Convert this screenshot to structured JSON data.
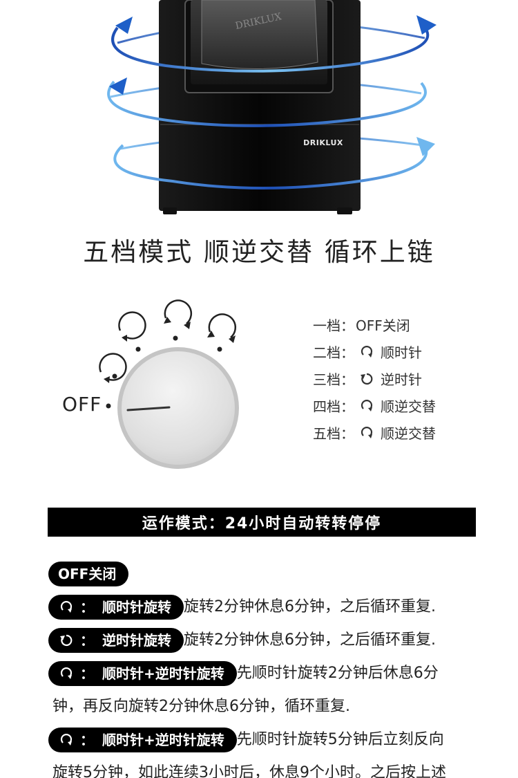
{
  "product": {
    "brand_window": "DRIKLUX",
    "brand_front": "DRIKLUX",
    "colors": {
      "cabinet": "#0b0b0b",
      "arrow_light": "#6fb7ee",
      "arrow_dark": "#1e4fb5"
    }
  },
  "headline": "五档模式 顺逆交替 循环上链",
  "dial": {
    "off_label": "OFF"
  },
  "modes": [
    {
      "level": "一档：",
      "icon": "",
      "text": "OFF关闭"
    },
    {
      "level": "二档：",
      "icon": "clockwise-icon",
      "text": "顺时针"
    },
    {
      "level": "三档：",
      "icon": "counterclockwise-icon",
      "text": "逆时针"
    },
    {
      "level": "四档：",
      "icon": "clockwise-icon",
      "text": "顺逆交替"
    },
    {
      "level": "五档：",
      "icon": "clockwise-icon",
      "text": "顺逆交替"
    }
  ],
  "banner": "运作模式：24小时自动转转停停",
  "operations": {
    "off": {
      "label": "OFF关闭"
    },
    "cw": {
      "colon": "：",
      "label": "顺时针旋转",
      "desc": "旋转2分钟休息6分钟，之后循环重复."
    },
    "ccw": {
      "colon": "：",
      "label": "逆时针旋转",
      "desc": "旋转2分钟休息6分钟，之后循环重复."
    },
    "alt1": {
      "colon": "：",
      "label": "顺时针+逆时针旋转",
      "desc": "先顺时针旋转2分钟后休息6分",
      "desc2": "钟，再反向旋转2分钟休息6分钟，循环重复."
    },
    "alt2": {
      "colon": "：",
      "label": "顺时针+逆时针旋转",
      "desc": "先顺时针旋转5分钟后立刻反向",
      "desc2": "旋转5分钟，如此连续3小时后，休息9个小时。之后按上述"
    }
  }
}
